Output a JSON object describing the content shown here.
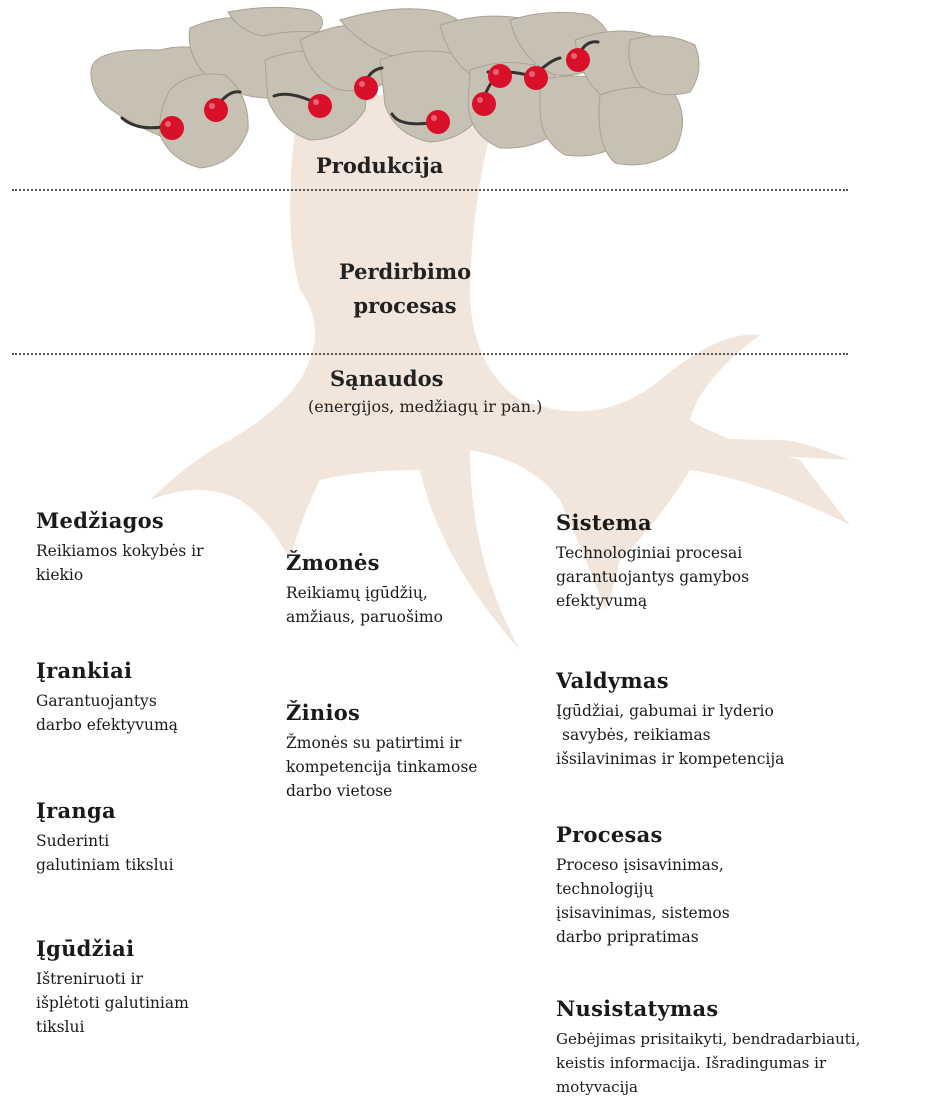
{
  "levels": {
    "produkcija": "Produkcija",
    "perdirbimo": "Perdirbimo procesas",
    "sanaudos": "Sąnaudos",
    "sanaudos_sub": "(energijos, medžiagų ir pan.)"
  },
  "columns": {
    "left": [
      {
        "title": "Medžiagos",
        "desc": [
          "Reikiamos kokybės ir",
          "kiekio"
        ]
      },
      {
        "title": "Įrankiai",
        "desc": [
          "Garantuojantys",
          "darbo efektyvumą"
        ]
      },
      {
        "title": "Įranga",
        "desc": [
          "Suderinti",
          "galutiniam tikslui"
        ]
      },
      {
        "title": "Įgūdžiai",
        "desc": [
          "Ištreniruoti ir",
          "išplėtoti galutiniam",
          "tikslui"
        ]
      }
    ],
    "middle": [
      {
        "title": "Žmonės",
        "desc": [
          "Reikiamų įgūdžių,",
          "amžiaus, paruošimo"
        ]
      },
      {
        "title": "Žinios",
        "desc": [
          "Žmonės su patirtimi ir",
          "kompetencija tinkamose",
          "darbo vietose"
        ]
      }
    ],
    "right": [
      {
        "title": "Sistema",
        "desc": [
          "Technologiniai procesai",
          "garantuojantys gamybos",
          "efektyvumą"
        ]
      },
      {
        "title": "Valdymas",
        "desc": [
          "Įgūdžiai, gabumai ir lyderio",
          "savybės, reikiamas",
          "išsilavinimas ir kompetencija"
        ]
      },
      {
        "title": "Procesas",
        "desc": [
          "Proceso įsisavinimas,",
          "technologijų",
          "įsisavinimas, sistemos",
          "darbo pripratimas"
        ]
      },
      {
        "title": "Nusistatymas",
        "desc": [
          "Gebėjimas prisitaikyti, bendradarbiauti,",
          "keistis informacija. Išradingumas  ir",
          "motyvacija"
        ]
      }
    ]
  },
  "colors": {
    "canopy": "#c6c1b3",
    "trunk": "#f1e5dc",
    "cherry": "#d8102a",
    "stem": "#333333"
  }
}
